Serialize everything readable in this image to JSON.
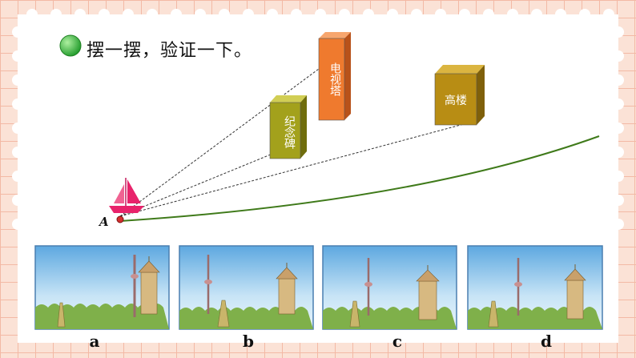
{
  "title": "摆一摆，验证一下。",
  "landmarks": {
    "monument": "纪念碑",
    "tv_tower": "电视塔",
    "tall_building": "高楼"
  },
  "point_label": "A",
  "options": [
    {
      "label": "a"
    },
    {
      "label": "b"
    },
    {
      "label": "c"
    },
    {
      "label": "d"
    }
  ],
  "colors": {
    "monument_box": "#a3a11c",
    "tv_tower_box": "#ef7a2e",
    "building_box": "#b88d14",
    "path_line": "#3f7a1a",
    "boat_sail": "#e8236b",
    "title_bullet": "#3db33d"
  }
}
